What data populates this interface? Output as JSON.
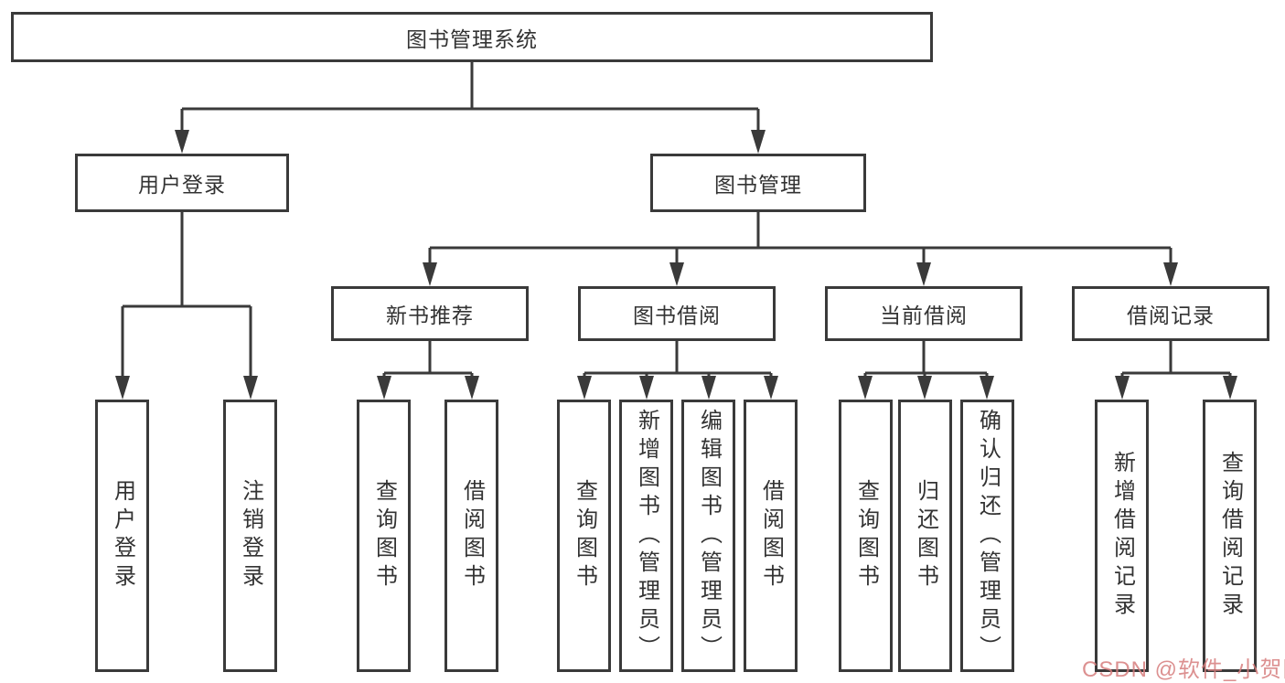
{
  "diagram": {
    "title": "图书管理系统",
    "nodes": {
      "user_login": "用户登录",
      "book_management": "图书管理",
      "new_book_recommendation": "新书推荐",
      "book_borrowing": "图书借阅",
      "current_borrowing": "当前借阅",
      "borrowing_records": "借阅记录"
    },
    "leaves": {
      "user_login": [
        "用户登录",
        "注销登录"
      ],
      "new_book_recommendation": [
        "查询图书",
        "借阅图书"
      ],
      "book_borrowing": [
        "查询图书",
        "新增图书（管理员）",
        "编辑图书（管理员）",
        "借阅图书"
      ],
      "current_borrowing": [
        "查询图书",
        "归还图书",
        "确认归还（管理员）"
      ],
      "borrowing_records": [
        "新增借阅记录",
        "查询借阅记录"
      ]
    },
    "colors": {
      "line": "#3a3a3a",
      "text": "#333333",
      "background": "#ffffff",
      "watermark": "#d67d7d"
    },
    "watermark": "CSDN @软件_小贺同学"
  }
}
